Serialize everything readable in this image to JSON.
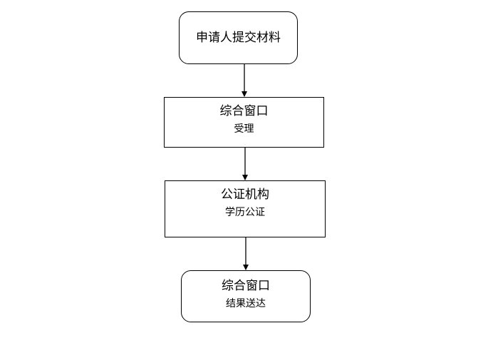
{
  "flowchart": {
    "nodes": [
      {
        "title": "申请人提交材料",
        "sub": ""
      },
      {
        "title": "综合窗口",
        "sub": "受理"
      },
      {
        "title": "公证机构",
        "sub": "学历公证"
      },
      {
        "title": "综合窗口",
        "sub": "结果送达"
      }
    ],
    "edges": [
      {
        "from": 0,
        "to": 1
      },
      {
        "from": 1,
        "to": 2
      },
      {
        "from": 2,
        "to": 3
      }
    ]
  }
}
